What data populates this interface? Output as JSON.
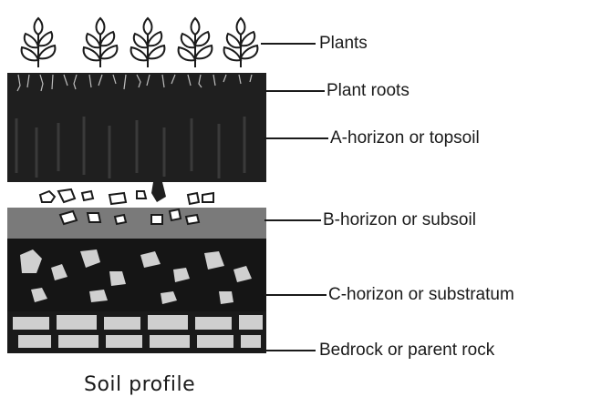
{
  "labels": {
    "plants": "Plants",
    "plant_roots": "Plant roots",
    "a_horizon": "A-horizon or topsoil",
    "b_horizon": "B-horizon or subsoil",
    "c_horizon": "C-horizon or substratum",
    "bedrock": "Bedrock or parent rock"
  },
  "caption": "Soil profile",
  "colors": {
    "ink": "#1a1a1a",
    "topsoil": "#1f1f1f",
    "subsoil": "#6a6a6a",
    "rock": "#cfcfcf"
  }
}
